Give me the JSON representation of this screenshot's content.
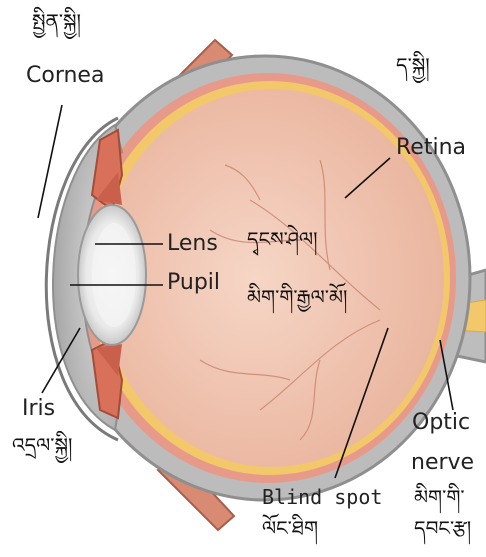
{
  "colors": {
    "sclera": "#bcbcbc",
    "sclera_edge": "#8f8f8f",
    "choroid": "#e79a8a",
    "retina": "#f2c86a",
    "vitreous": "#f0c6b2",
    "iris": "#d9705a",
    "lens": "#e6e6e6",
    "vessel": "#c9826e"
  },
  "labels": {
    "cornea_tibetan": "སྤྱིན་སྐྱི།",
    "cornea": "Cornea",
    "retina_tibetan": "ད་སྐྱི།",
    "retina": "Retina",
    "lens": "Lens",
    "lens_tibetan": "དྭངས་ཤེལ།",
    "pupil": "Pupil",
    "pupil_tibetan": "མིག་གི་རྒྱལ་མོ།",
    "iris": "Iris",
    "iris_tibetan": "འདྲལ་སྐྱི།",
    "optic": "Optic",
    "nerve": "nerve",
    "optic_nerve_tibetan_1": "མིག་གི་",
    "optic_nerve_tibetan_2": "དབང་རྩ།",
    "blind_spot": "Blind spot",
    "blind_spot_tibetan": "ལོང་ཐིག"
  }
}
